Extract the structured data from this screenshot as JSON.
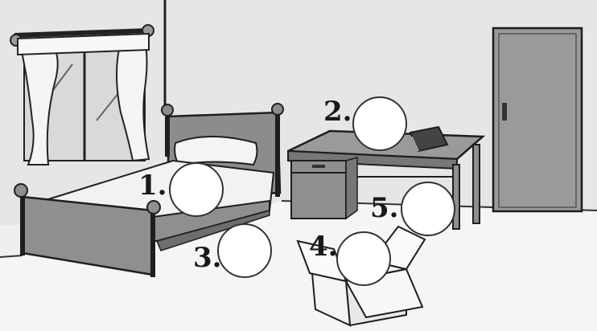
{
  "markers": [
    {
      "id": 1,
      "label": "1."
    },
    {
      "id": 2,
      "label": "2."
    },
    {
      "id": 3,
      "label": "3."
    },
    {
      "id": 4,
      "label": "4."
    },
    {
      "id": 5,
      "label": "5."
    }
  ],
  "colors": {
    "background": "#efefed",
    "wall": "#e4e4e2",
    "floor": "#f4f4f2",
    "furniture": "#8f8f8f",
    "furniture_dark": "#6e6e6e",
    "line": "#1e1e1e",
    "circle_fill": "#ffffff"
  },
  "objects": [
    "window",
    "curtains",
    "bed",
    "pillow",
    "desk",
    "book",
    "box",
    "door"
  ]
}
